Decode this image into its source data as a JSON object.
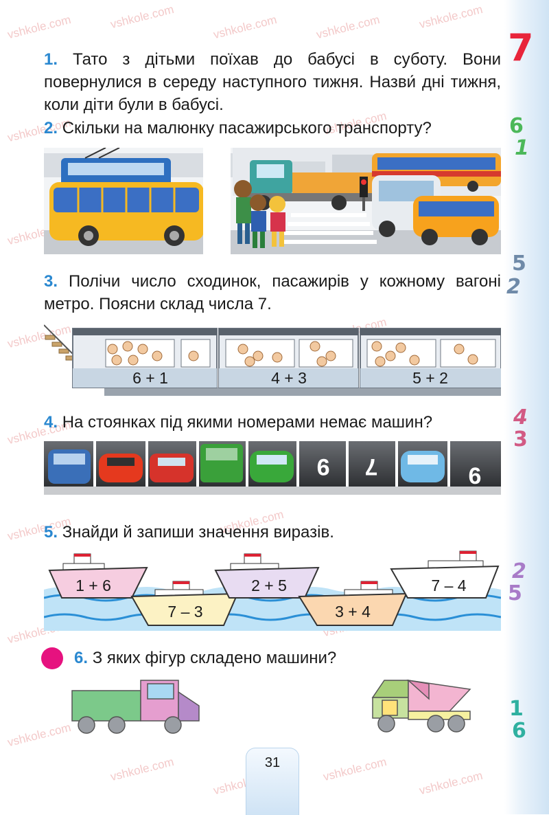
{
  "colors": {
    "number_blue": "#2a88d0",
    "chapter_red": "#e8253b",
    "magenta_dot": "#e6127f"
  },
  "watermark": "vshkole.com",
  "chapter_number": "7",
  "task1": {
    "number": "1.",
    "text": "Тато з дітьми поїхав до бабусі в суботу. Вони повернулися в середу наступного тижня. Назви́ дні тижня, коли діти були в бабусі."
  },
  "task2": {
    "number": "2.",
    "text": "Скільки на малюнку пасажирського транспорту?"
  },
  "task3": {
    "number": "3.",
    "text": "Полічи число сходинок, пасажирів у кожному вагоні метро. Поясни склад числа 7.",
    "cars": [
      "6 + 1",
      "4 + 3",
      "5 + 2"
    ]
  },
  "task4": {
    "number": "4.",
    "text": "На стоянках під якими номерами немає машин?",
    "spot_numbers": [
      "9",
      "7",
      "6"
    ]
  },
  "task5": {
    "number": "5.",
    "text": "Знайди й запиши значення виразів.",
    "ships": [
      "1 + 6",
      "7 – 3",
      "2 + 5",
      "3 + 4",
      "7 – 4"
    ]
  },
  "task6": {
    "number": "6.",
    "text": "З яких фігур складено машини?"
  },
  "side_numbers": [
    {
      "top": "6",
      "bottom": "1",
      "color": "#4cb85a"
    },
    {
      "top": "5",
      "bottom": "2",
      "color": "#6f8aa8"
    },
    {
      "top": "4",
      "bottom": "3",
      "color": "#d25a84"
    },
    {
      "top": "2",
      "bottom": "5",
      "color": "#a87bc8"
    },
    {
      "top": "1",
      "bottom": "6",
      "color": "#2fb0a0"
    }
  ],
  "page_number": "31"
}
